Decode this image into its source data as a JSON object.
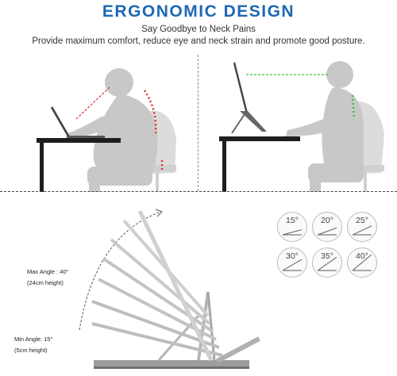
{
  "header": {
    "title": "ERGONOMIC DESIGN",
    "subtitle1": "Say Goodbye to Neck Pains",
    "subtitle2": "Provide maximum comfort, reduce eye and neck strain and promote good posture."
  },
  "annotations": {
    "max_angle": "Max Angle : 40°",
    "max_height": "(24cm height)",
    "min_angle": "Min Angle: 15°",
    "min_height": "(5cm height)"
  },
  "angle_badges": [
    {
      "label": "15°",
      "angle": 15
    },
    {
      "label": "20°",
      "angle": 20
    },
    {
      "label": "25°",
      "angle": 25
    },
    {
      "label": "30°",
      "angle": 30
    },
    {
      "label": "35°",
      "angle": 35
    },
    {
      "label": "40°",
      "angle": 40
    }
  ],
  "colors": {
    "title": "#1d68b5",
    "bad_posture_line": "#e03030",
    "good_posture_line": "#39c23a",
    "figure": "#c8c8c8"
  }
}
